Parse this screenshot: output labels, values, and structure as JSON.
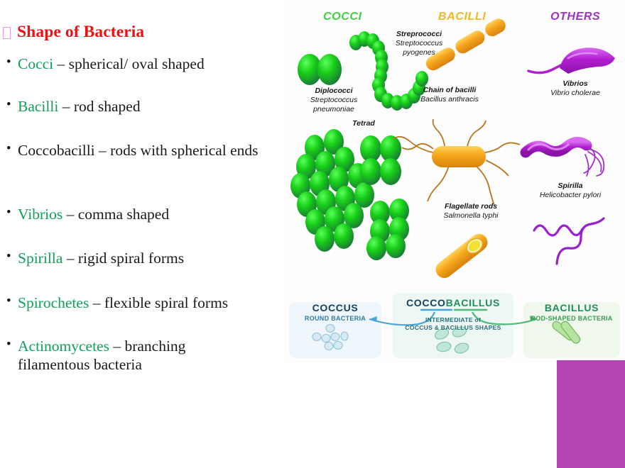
{
  "slide": {
    "title": "Shape of Bacteria",
    "title_bullet_icon": "hollow-square-bullet",
    "title_color": "#ee1111",
    "term_color": "#10a05a",
    "bullets": [
      {
        "term": "Cocci",
        "term_green": true,
        "rest": " – spherical/ oval shaped"
      },
      {
        "term": "Bacilli",
        "term_green": true,
        "rest": " – rod shaped"
      },
      {
        "term": "Coccobacilli",
        "term_green": false,
        "rest": " – rods with spherical ends"
      },
      {
        "term": "Vibrios",
        "term_green": true,
        "rest": " – comma shaped"
      },
      {
        "term": "Spirilla",
        "term_green": true,
        "rest": " – rigid spiral forms"
      },
      {
        "term": "Spirochetes",
        "term_green": true,
        "rest": " – flexible spiral forms"
      },
      {
        "term": "Actinomycetes",
        "term_green": true,
        "rest": " – branching filamentous bacteria"
      }
    ]
  },
  "figure": {
    "categories": [
      {
        "label": "COCCI",
        "color": "#3fd13f"
      },
      {
        "label": "BACILLI",
        "color": "#f0b824"
      },
      {
        "label": "OTHERS",
        "color": "#a030c8"
      }
    ],
    "labels": [
      {
        "name": "streptococci",
        "bold": "Streprococci",
        "italic1": "Streptococcus",
        "italic2": "pyogenes"
      },
      {
        "name": "diplococci",
        "bold": "Diplococci",
        "italic1": "Streptococcus",
        "italic2": "pneumoniae"
      },
      {
        "name": "tetrad",
        "bold": "Tetrad",
        "italic1": "",
        "italic2": ""
      },
      {
        "name": "chain-of-bacilli",
        "bold": "Chain of bacilli",
        "italic1": "Bacillus anthracis",
        "italic2": ""
      },
      {
        "name": "flagellate-rods",
        "bold": "Flagellate rods",
        "italic1": "Salmonella typhi",
        "italic2": ""
      },
      {
        "name": "vibrios",
        "bold": "Vibrios",
        "italic1": "Vibrio cholerae",
        "italic2": ""
      },
      {
        "name": "spirilla",
        "bold": "Spirilla",
        "italic1": "Helicobacter pylori",
        "italic2": ""
      }
    ]
  },
  "infographic": {
    "coccus": {
      "title": "COCCUS",
      "subtitle": "ROUND BACTERIA",
      "color": "#15415c"
    },
    "coccobacillus": {
      "title_part1": "COCCO",
      "title_part2": "BACILLUS",
      "subtitle_line1": "INTERMEDIATE of",
      "subtitle_line2": "COCCUS & BACILLUS SHAPES"
    },
    "bacillus": {
      "title": "BACILLUS",
      "subtitle": "ROD-SHAPED BACTERIA",
      "color": "#1f8f5a"
    }
  },
  "decor": {
    "purple_block_color": "#b545b5"
  }
}
